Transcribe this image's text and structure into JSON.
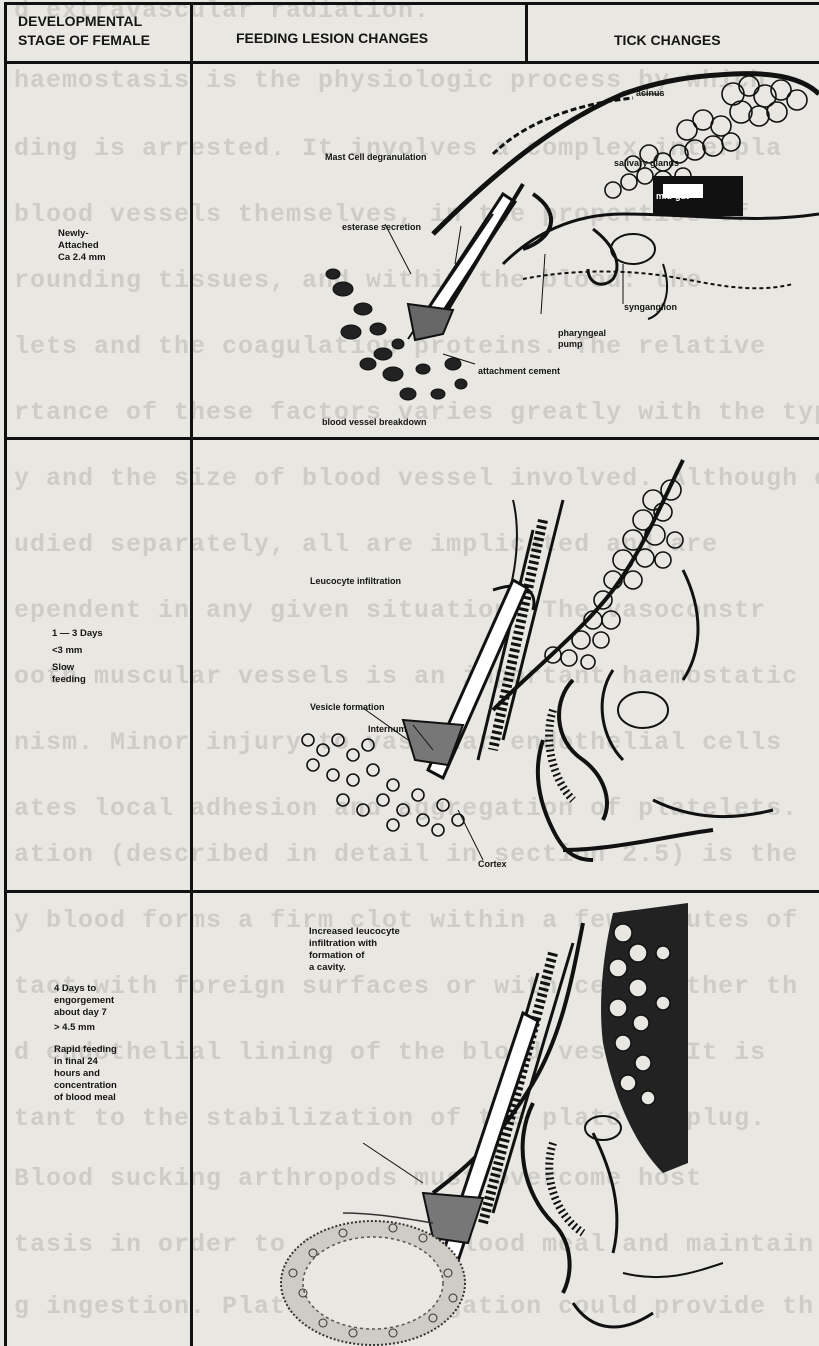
{
  "header": {
    "col1": [
      "DEVELOPMENTAL",
      "STAGE OF FEMALE"
    ],
    "col2": "FEEDING LESION CHANGES",
    "col3": "TICK CHANGES"
  },
  "rows": [
    {
      "stage": [
        "Newly-",
        "Attached",
        "Ca 2.4 mm"
      ],
      "labels": {
        "acinus": "acinus",
        "mast_cell": "Mast Cell degranulation",
        "salivary": "salivary glands",
        "midgut": "mid-gut",
        "esterase": "esterase secretion",
        "synganglion": "synganglion",
        "pharyngeal": [
          "pharyngeal",
          "pump"
        ],
        "attachment": "attachment cement",
        "blood_vessel": "blood vessel breakdown"
      }
    },
    {
      "stage": [
        "1 — 3 Days",
        "<3 mm",
        "Slow",
        "feeding"
      ],
      "labels": {
        "leucocyte": "Leucocyte infiltration",
        "vesicle": "Vesicle formation",
        "internum": "Internum",
        "cortex": "Cortex"
      }
    },
    {
      "stage": [
        "4 Days to",
        "engorgement",
        "about day 7",
        "> 4.5 mm",
        "Rapid feeding",
        "in final 24",
        "hours and",
        "concentration",
        "of blood meal"
      ],
      "labels": {
        "increased": [
          "Increased leucocyte",
          "infiltration with",
          "formation of",
          "a cavity."
        ]
      }
    }
  ]
}
